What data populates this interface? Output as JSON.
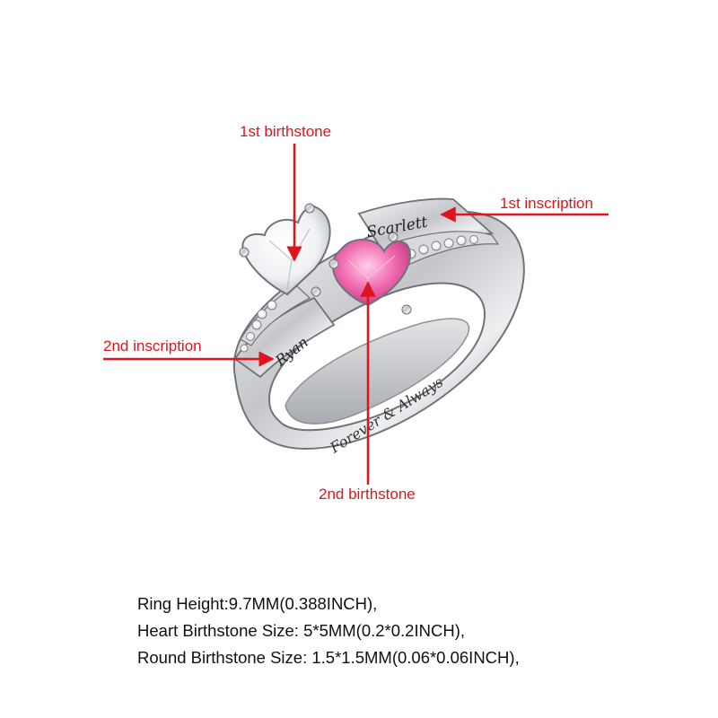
{
  "annotations": {
    "first_birthstone": "1st birthstone",
    "first_inscription": "1st inscription",
    "second_inscription": "2nd inscription",
    "second_birthstone": "2nd birthstone"
  },
  "engravings": {
    "top": "Scarlett",
    "left": "Ryan",
    "inner": "Forever & Always"
  },
  "specs": {
    "ring_height": "Ring Height:9.7MM(0.388INCH),",
    "heart_size": "Heart Birthstone Size: 5*5MM(0.2*0.2INCH),",
    "round_size": "Round Birthstone Size: 1.5*1.5MM(0.06*0.06INCH),"
  },
  "colors": {
    "annotation": "#e0141c",
    "stone_pink": "#f06ab0",
    "stone_white": "#f4f4f6",
    "metal": "#c9cbcf"
  }
}
